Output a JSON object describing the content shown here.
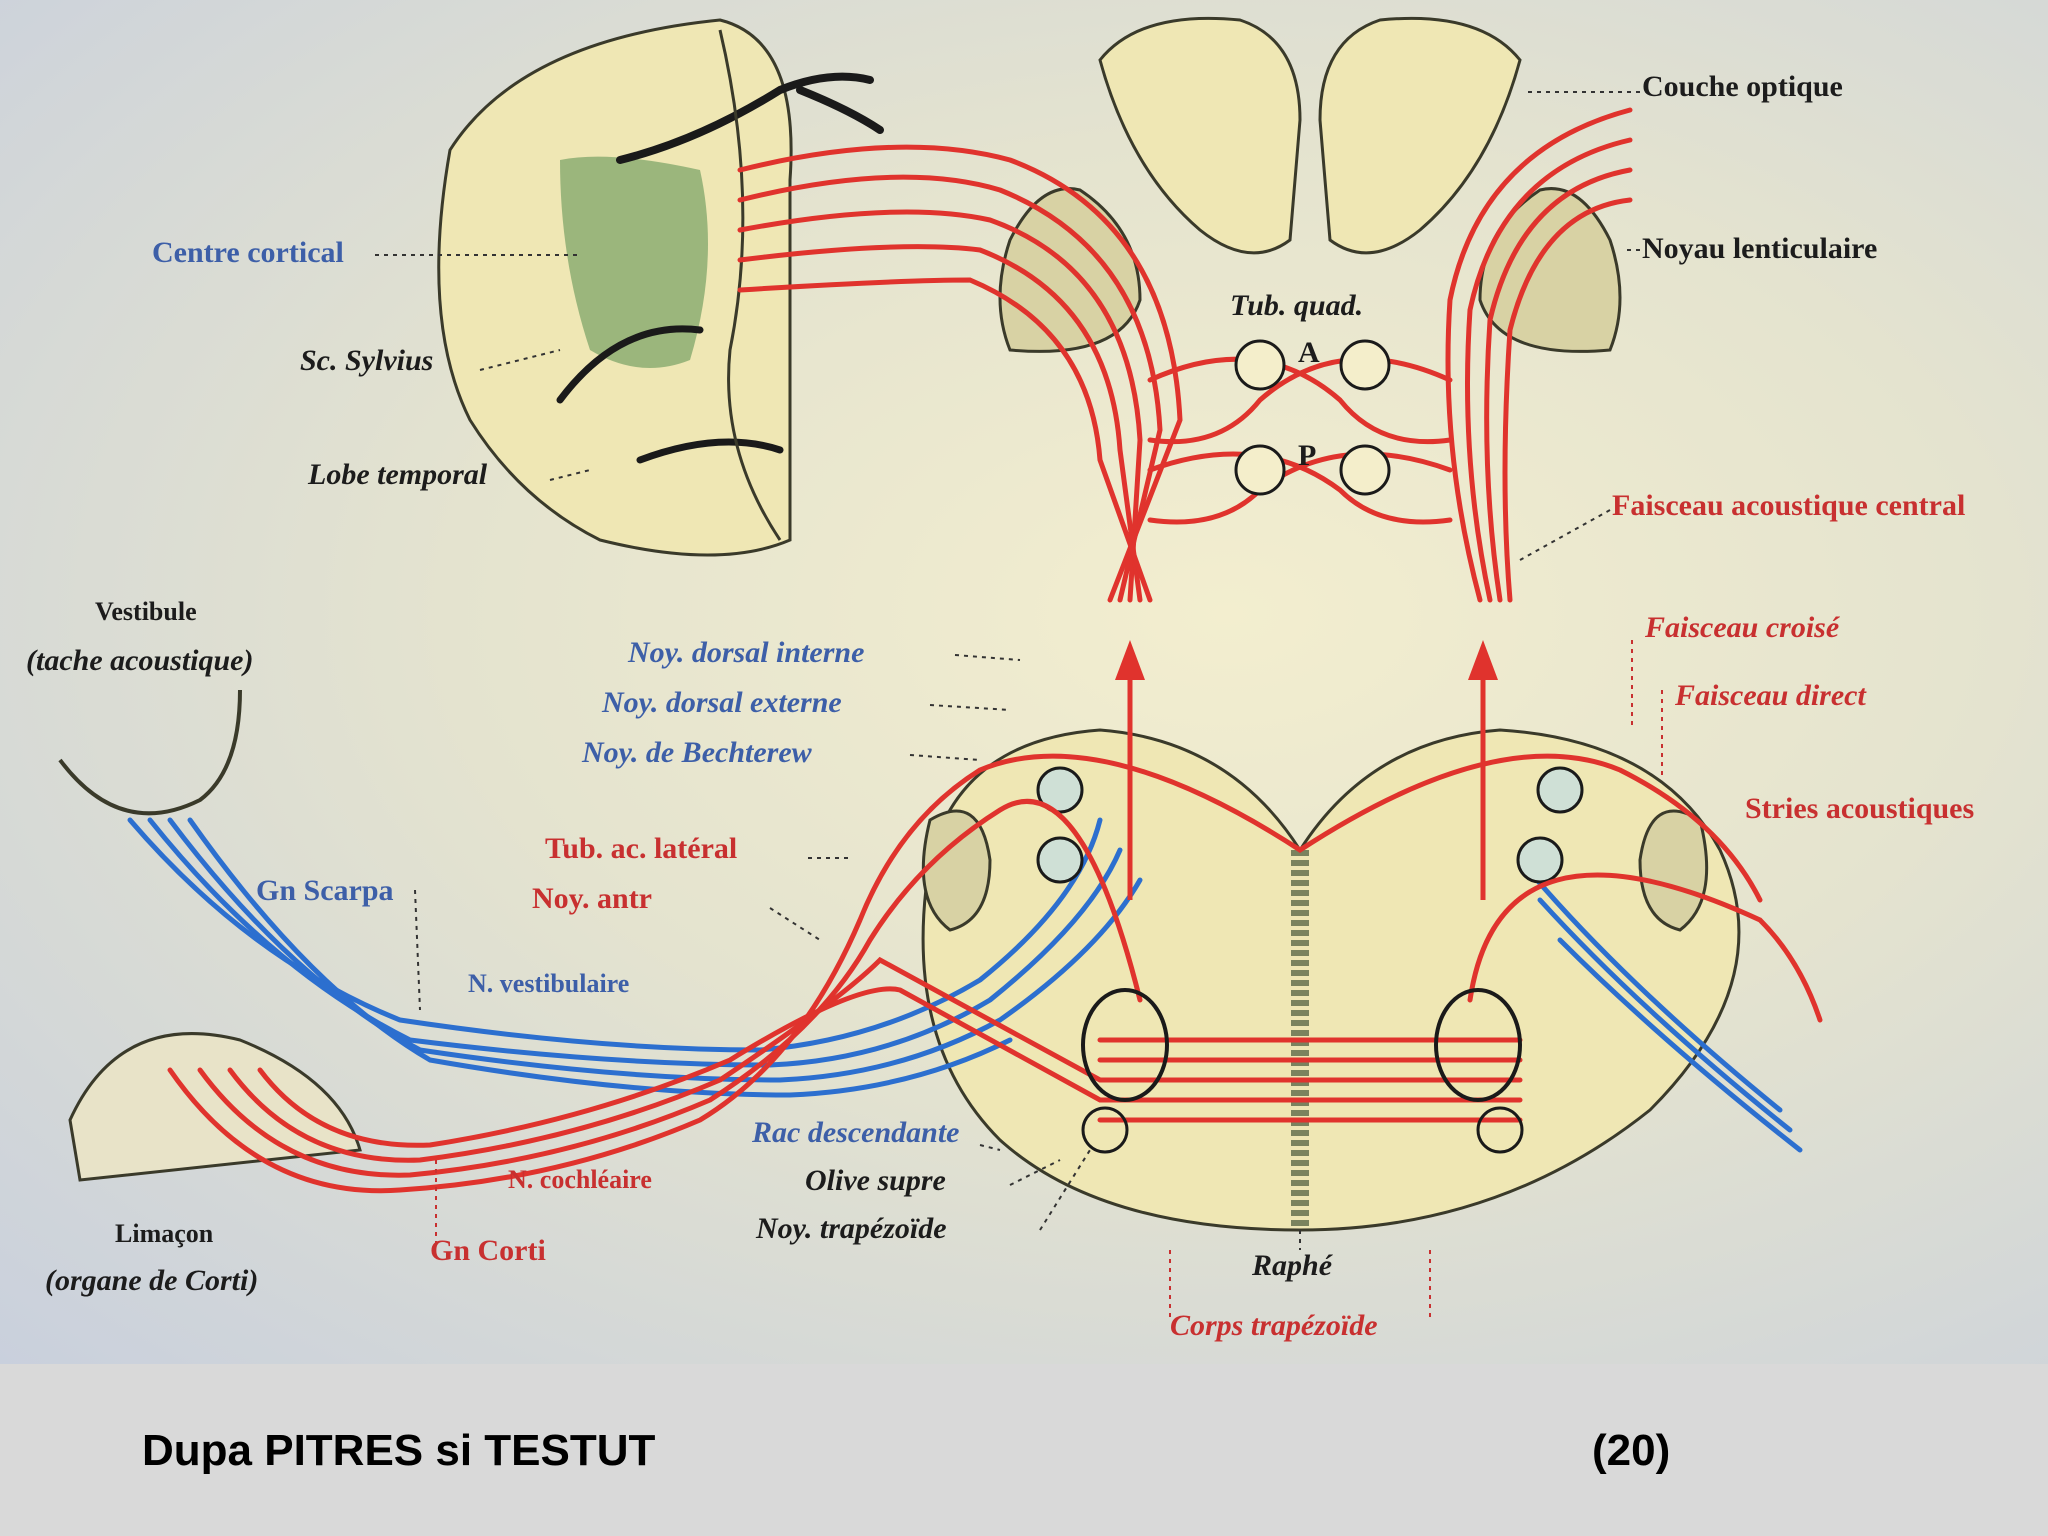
{
  "labels": {
    "couche_optique": "Couche optique",
    "centre_cortical": "Centre cortical",
    "noyau_lenticulaire": "Noyau lenticulaire",
    "sc_sylvius": "Sc. Sylvius",
    "tub_quad": "Tub. quad.",
    "letter_a": "A",
    "letter_p": "P",
    "lobe_temporal": "Lobe temporal",
    "faisceau_acoustique_central": "Faisceau acoustique central",
    "vestibule": "Vestibule",
    "tache_acoustique": "(tache acoustique)",
    "noy_dorsal_interne": "Noy. dorsal interne",
    "noy_dorsal_externe": "Noy. dorsal externe",
    "noy_de_bechterew": "Noy. de Bechterew",
    "faisceau_croise": "Faisceau croisé",
    "faisceau_direct": "Faisceau direct",
    "stries_acoustiques": "Stries acoustiques",
    "tub_ac_lateral": "Tub. ac. latéral",
    "noy_ant": "Noy. antr",
    "g_scarpa": "Gn Scarpa",
    "n_vestibulaire": "N. vestibulaire",
    "rac_descendante": "Rac descendante",
    "olive_sup": "Olive supre",
    "noy_trapezoide": "Noy. trapézoïde",
    "n_cochleaire": "N. cochléaire",
    "limacon": "Limaçon",
    "organe_de_corti": "(organe de Corti)",
    "g_corti": "Gn Corti",
    "raphe": "Raphé",
    "corps_trapezoide": "Corps trapézoïde"
  },
  "footer": {
    "credit": "Dupa PITRES si TESTUT",
    "page_number": "(20)"
  },
  "colors": {
    "cochlear_pathway": "#e0332d",
    "vestibular_pathway": "#2c6fcf",
    "footer_background": "#d9d9d9"
  }
}
